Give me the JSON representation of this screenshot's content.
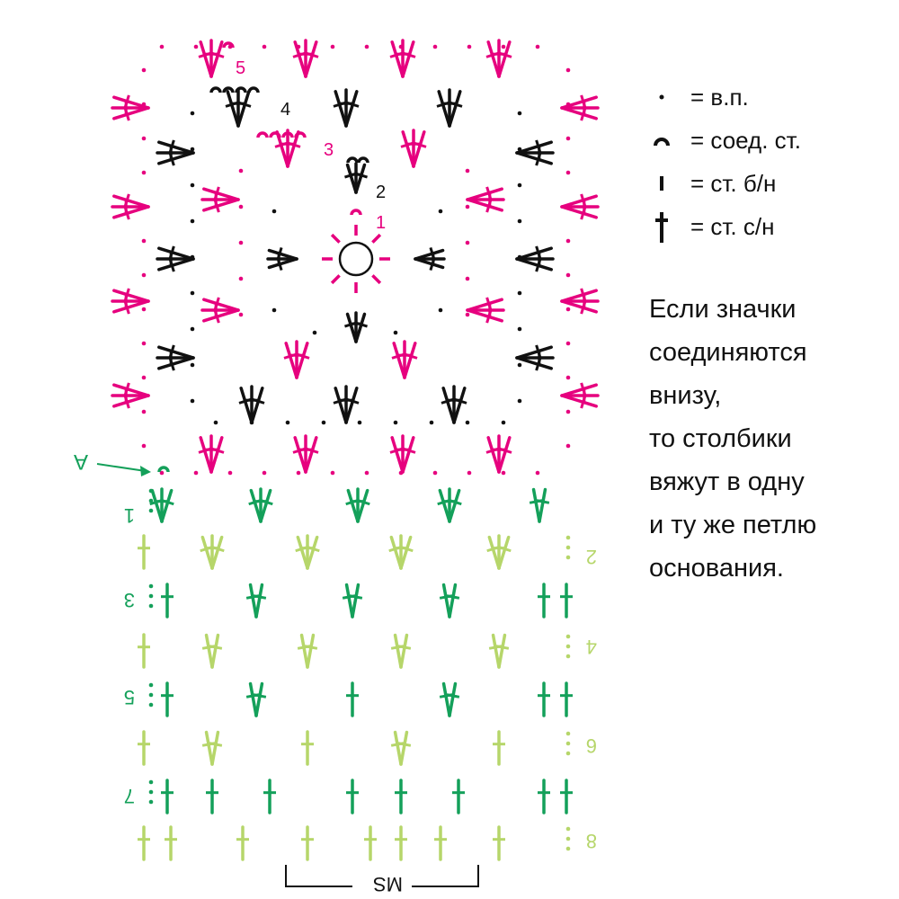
{
  "colors": {
    "magenta": "#e6007e",
    "black": "#111111",
    "dark_green": "#14a05a",
    "light_green": "#b6d66a"
  },
  "legend": [
    {
      "icon": "chain-dot-icon",
      "text": "= в.п."
    },
    {
      "icon": "slip-stitch-arc-icon",
      "text": "= соед. ст."
    },
    {
      "icon": "single-crochet-bar-icon",
      "text": "= ст. б/н"
    },
    {
      "icon": "double-crochet-icon",
      "text": "= ст. с/н"
    }
  ],
  "note": [
    "Если значки",
    "соединяются",
    "внизу,",
    "то столбики",
    "вяжут в одну",
    "и ту же петлю",
    "основания."
  ],
  "square_rounds": [
    "1",
    "2",
    "3",
    "4",
    "5"
  ],
  "stripe_rows": [
    "1",
    "2",
    "3",
    "4",
    "5",
    "6",
    "7",
    "8"
  ],
  "start_label": "A",
  "repeat_label": "MS"
}
